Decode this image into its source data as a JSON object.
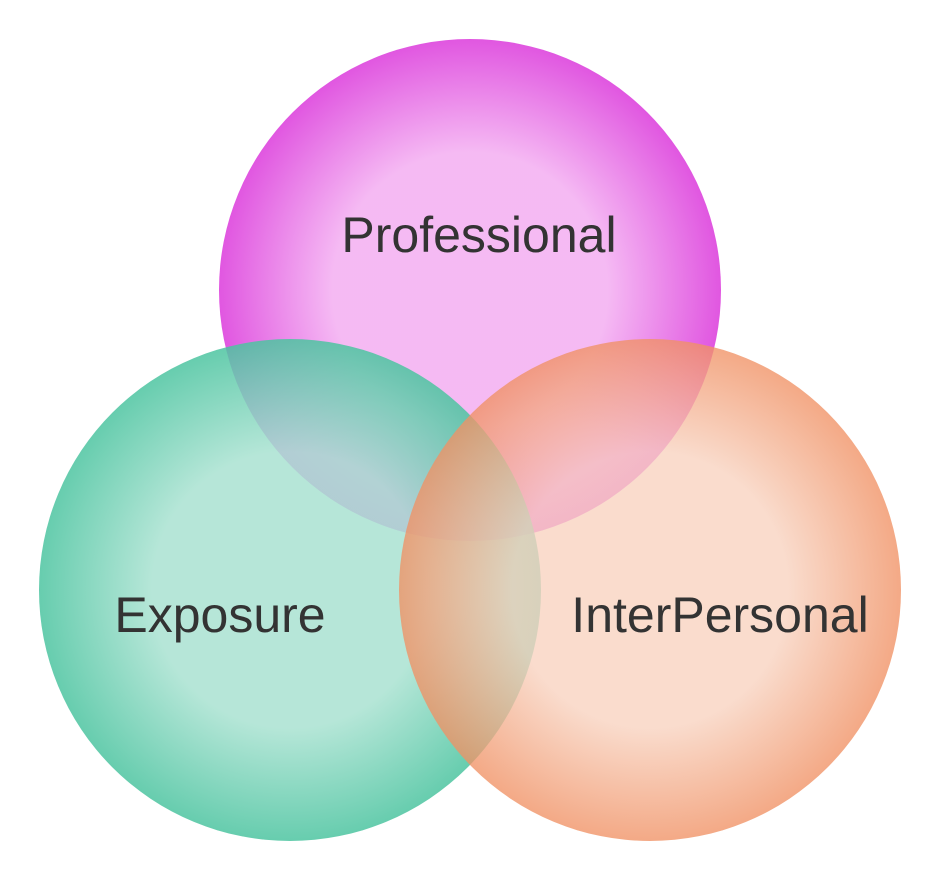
{
  "diagram": {
    "type": "venn",
    "sets": [
      {
        "label": "Professional",
        "color_edge": "#dd44dd",
        "color_center": "#f4b2f2"
      },
      {
        "label": "Exposure",
        "color_edge": "#4cc4a0",
        "color_center": "#a9e2d1"
      },
      {
        "label": "InterPersonal",
        "color_edge": "#f09164",
        "color_center": "#f8d2bf"
      }
    ]
  }
}
